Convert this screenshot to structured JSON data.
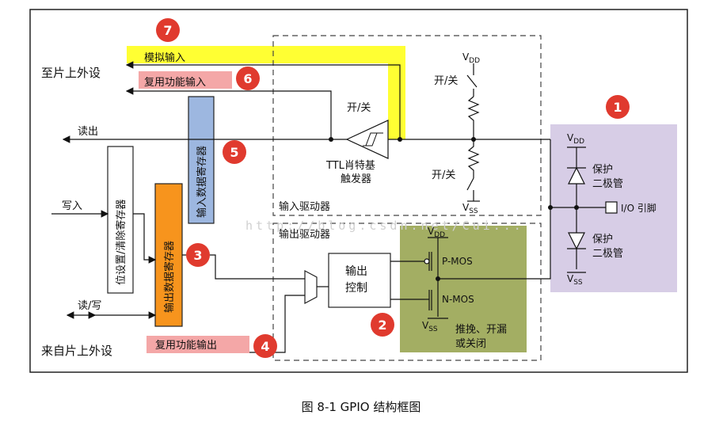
{
  "diagram": {
    "caption": "图 8-1 GPIO 结构框图",
    "labels": {
      "to_peripheral": "至片上外设",
      "from_peripheral": "来自片上外设",
      "analog_input": "模拟输入",
      "alt_func_input": "复用功能输入",
      "alt_func_output": "复用功能输出",
      "read_out": "读出",
      "write_in": "写入",
      "read_write": "读/写",
      "bit_set_reset": "位设置/清除寄存器",
      "output_data_reg": "输出数据寄存器",
      "input_data_reg": "输入数据寄存器",
      "switch_top": "开/关",
      "switch_mid": "开/关",
      "switch_low": "开/关",
      "ttl_trigger_line1": "TTL肖特基",
      "ttl_trigger_line2": "触发器",
      "input_driver": "输入驱动器",
      "output_driver": "输出驱动器",
      "output_control_line1": "输出",
      "output_control_line2": "控制",
      "pmos": "P-MOS",
      "nmos": "N-MOS",
      "push_pull_line1": "推挽、开漏",
      "push_pull_line2": "或关闭",
      "protect_top_line1": "保护",
      "protect_top_line2": "二极管",
      "protect_bot_line1": "保护",
      "protect_bot_line2": "二极管",
      "io_pin": "I/O 引脚",
      "vdd_right": "V",
      "vss_right": "V",
      "vdd_top": "V",
      "vss_mid": "V",
      "vdd_mos": "V",
      "vss_mos": "V",
      "sub_dd": "DD",
      "sub_ss": "SS"
    },
    "markers": [
      "1",
      "2",
      "3",
      "4",
      "5",
      "6",
      "7"
    ],
    "watermark": "http://blog.csdn.net/Cui...",
    "colors": {
      "yellow": "#FFFF33",
      "pink": "#F4A7A7",
      "blue_reg": "#9DB7E0",
      "orange_reg": "#F7941D",
      "green": "#A3AE63",
      "purple": "#D7CDE6",
      "marker": "#E03A2E"
    }
  }
}
